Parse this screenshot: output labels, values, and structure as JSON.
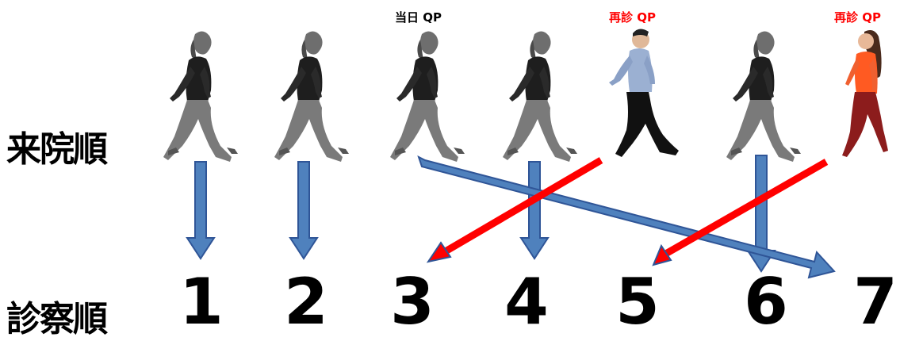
{
  "labels": {
    "arrival_order": "来院順",
    "exam_order": "診察順"
  },
  "tags": [
    {
      "text": "当日 QP",
      "color": "#000000"
    },
    {
      "text": "再診 QP",
      "color": "#ff0000"
    },
    {
      "text": "再診 QP",
      "color": "#ff0000"
    }
  ],
  "numbers": [
    "1",
    "2",
    "3",
    "4",
    "5",
    "6",
    "7"
  ],
  "colors": {
    "blue_arrow": "#4f81bd",
    "blue_arrow_border": "#2f5597",
    "red_arrow": "#ff0000",
    "person_gray": "#7a7a7a",
    "person_dark": "#1a1a1a"
  }
}
